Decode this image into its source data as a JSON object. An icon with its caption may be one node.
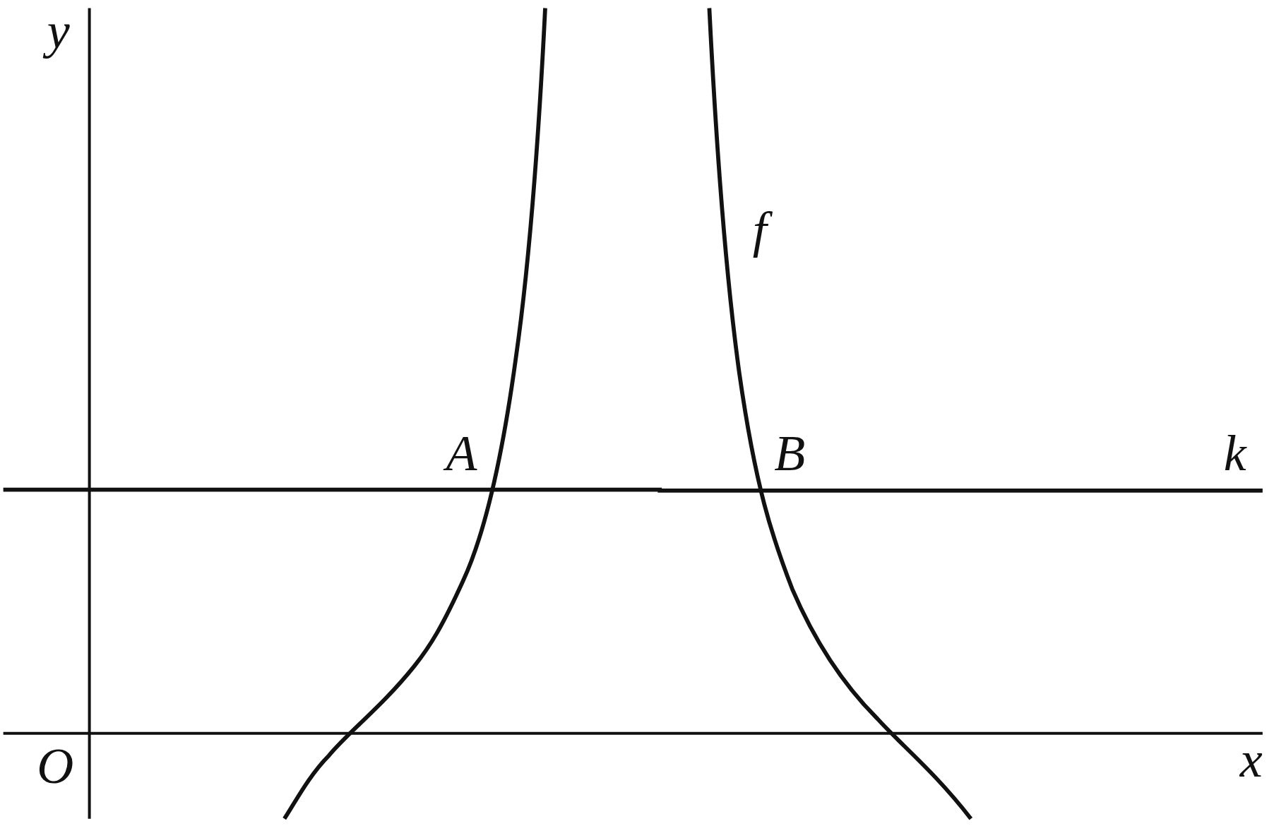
{
  "diagram": {
    "labels": [
      "y",
      "f",
      "A",
      "B",
      "k",
      "O",
      "x"
    ]
  }
}
